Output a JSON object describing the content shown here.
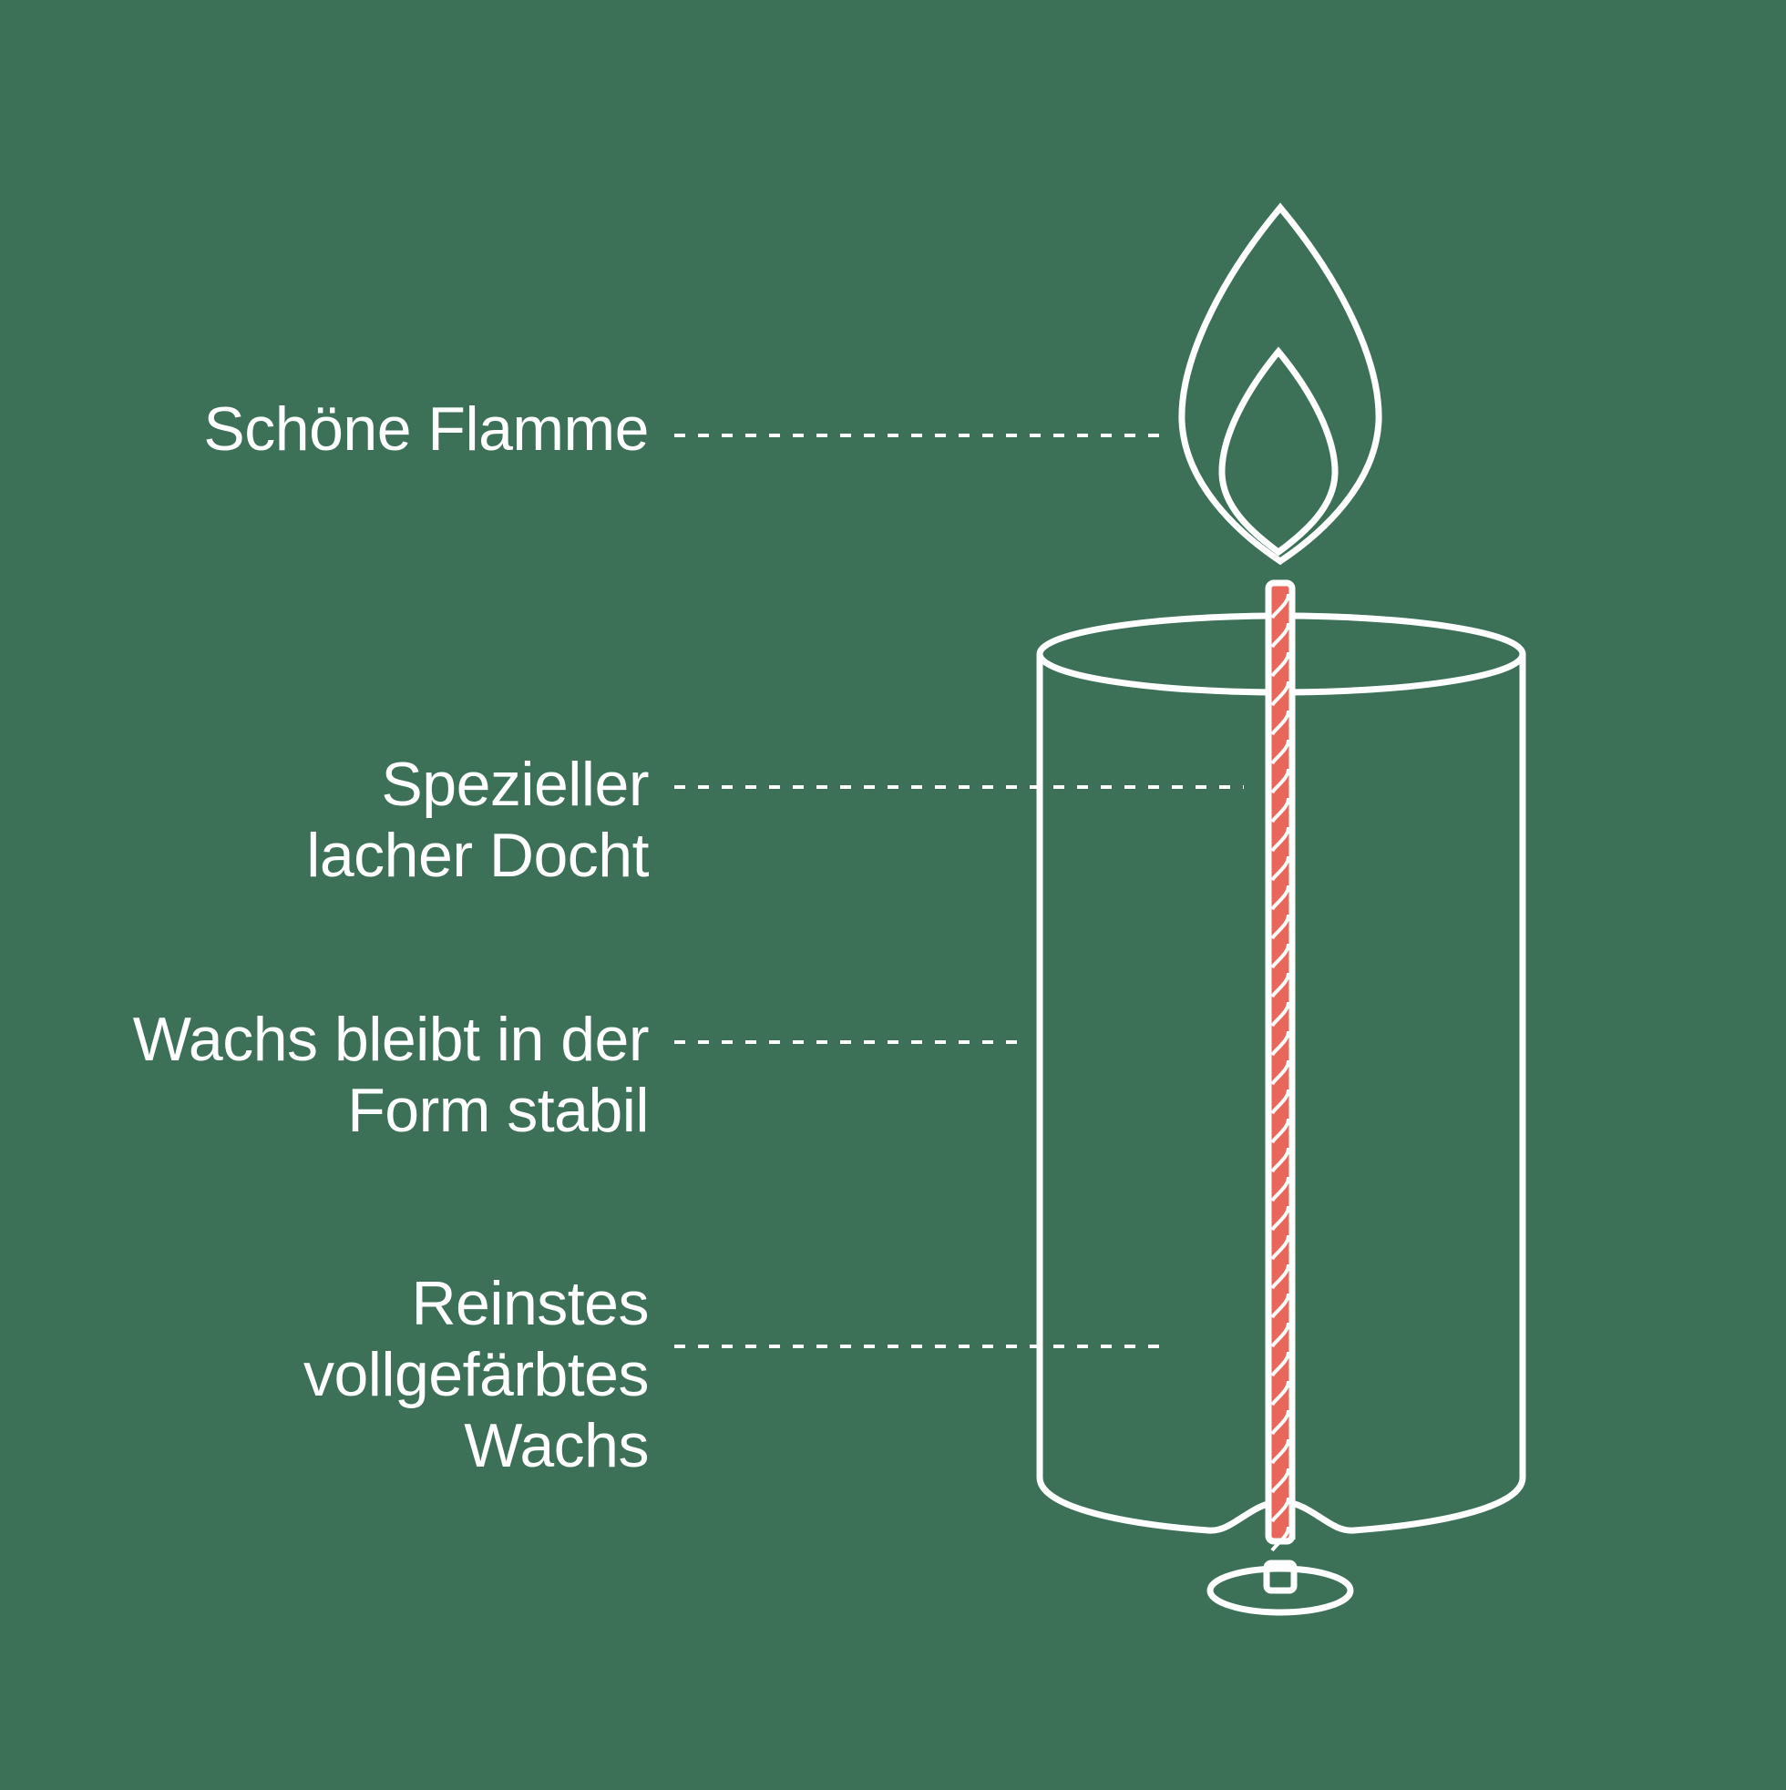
{
  "colors": {
    "background": "#3c7158",
    "outline": "#ffffff",
    "wick": "#e8665a"
  },
  "labels": {
    "flame": [
      "Schöne Flamme"
    ],
    "wick": [
      "Spezieller",
      "lacher Docht"
    ],
    "wax_stable": [
      "Wachs bleibt in der",
      "Form stabil"
    ],
    "wax_pure": [
      "Reinstes",
      "vollgefärbtes",
      "Wachs"
    ]
  }
}
